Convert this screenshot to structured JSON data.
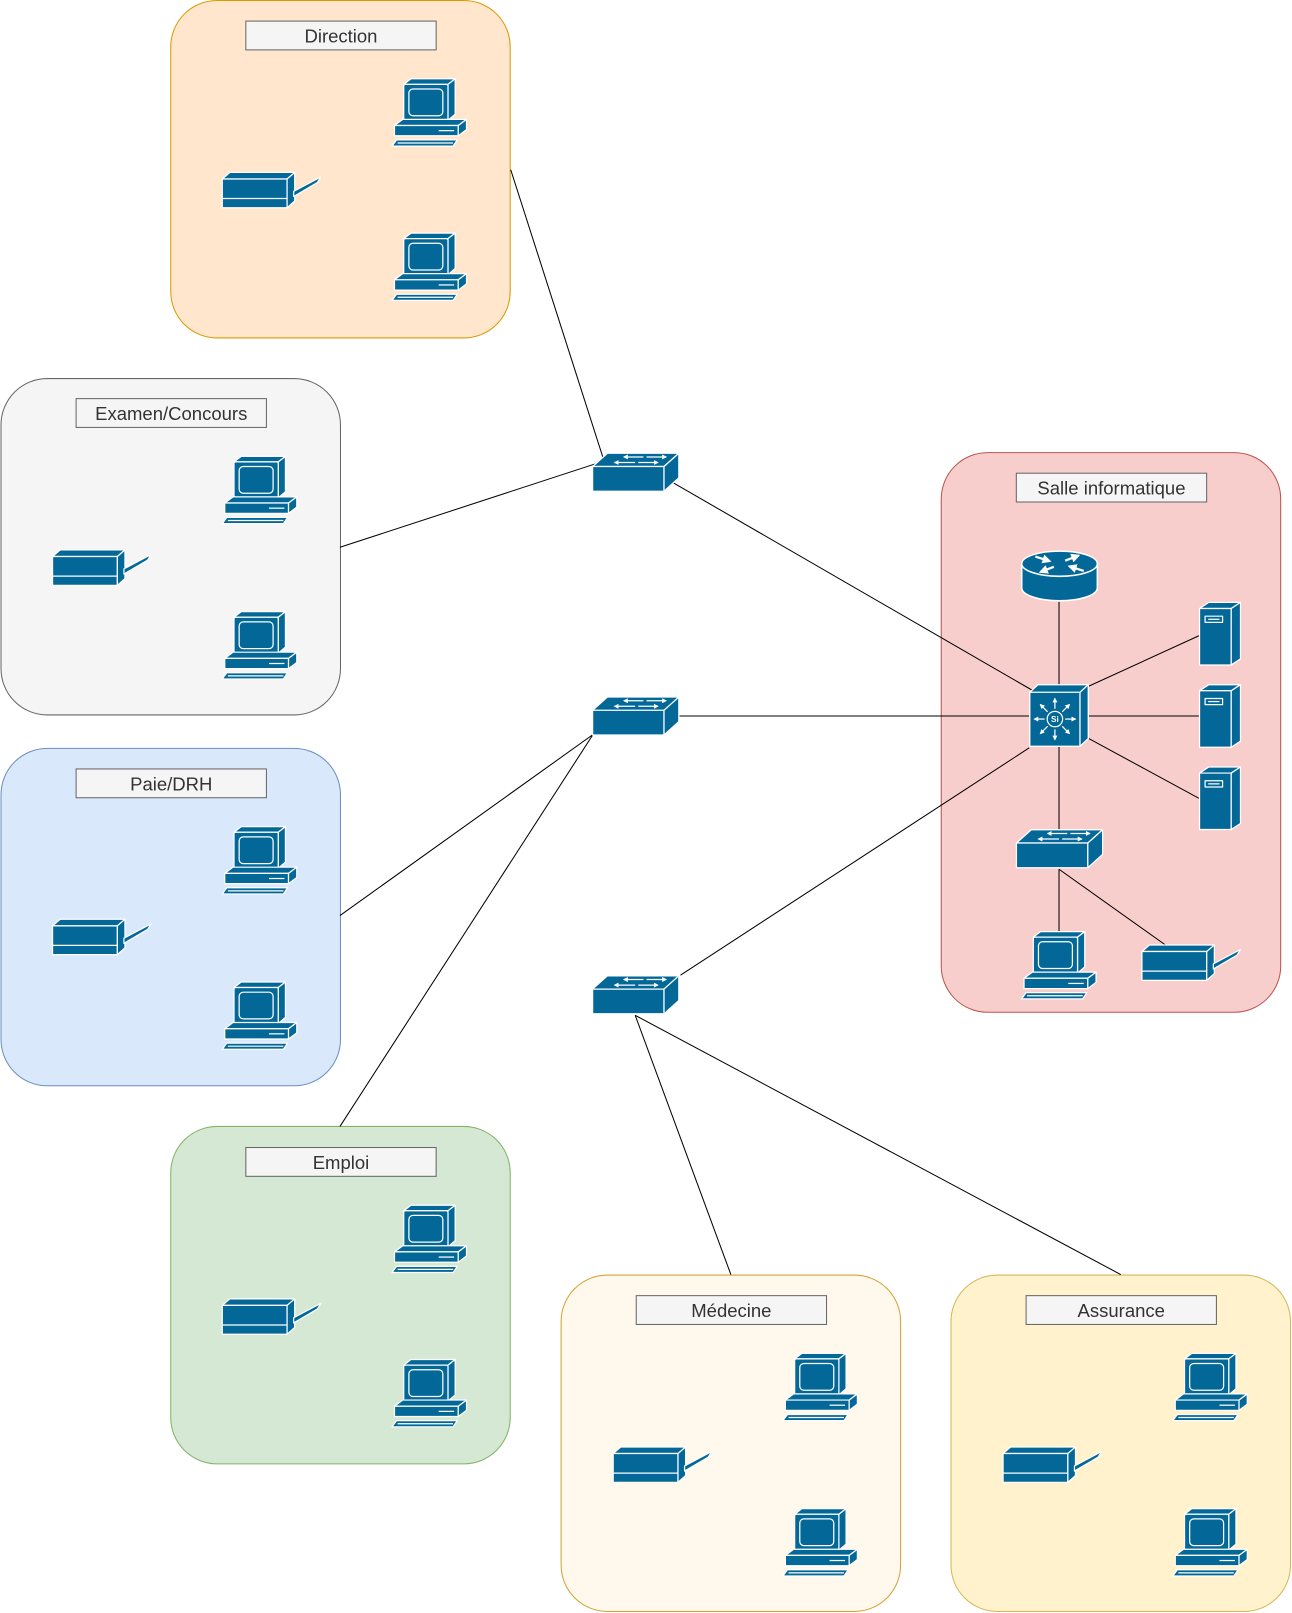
{
  "diagram": {
    "device_color": "#036897",
    "link_color": "#000000",
    "label_box": {
      "fill": "#f5f5f5",
      "stroke": "#666666",
      "text_color": "#333333"
    },
    "zones": [
      {
        "label": "Direction",
        "fill": "#ffe6cc",
        "stroke": "#d79b00",
        "devices": [
          "pc-icon",
          "pc-icon",
          "printer-icon"
        ]
      },
      {
        "label": "Examen/Concours",
        "fill": "#f5f5f5",
        "stroke": "#666666",
        "devices": [
          "pc-icon",
          "pc-icon",
          "printer-icon"
        ]
      },
      {
        "label": "Paie/DRH",
        "fill": "#dae8fc",
        "stroke": "#6c8ebf",
        "devices": [
          "pc-icon",
          "pc-icon",
          "printer-icon"
        ]
      },
      {
        "label": "Emploi",
        "fill": "#d5e8d4",
        "stroke": "#82b366",
        "devices": [
          "pc-icon",
          "pc-icon",
          "printer-icon"
        ]
      },
      {
        "label": "Médecine",
        "fill": "#fef8ed",
        "stroke": "#d6a133",
        "devices": [
          "pc-icon",
          "pc-icon",
          "printer-icon"
        ]
      },
      {
        "label": "Assurance",
        "fill": "#fff2cc",
        "stroke": "#d6b656",
        "devices": [
          "pc-icon",
          "pc-icon",
          "printer-icon"
        ]
      },
      {
        "label": "Salle informatique",
        "fill": "#f8cecc",
        "stroke": "#b85450",
        "core_switch_marking": "Si",
        "devices": [
          "router-icon",
          "layer3-switch-icon",
          "server-icon",
          "server-icon",
          "server-icon",
          "switch-icon",
          "pc-icon",
          "printer-icon"
        ]
      }
    ],
    "backbone_switches": [
      "switch-icon",
      "switch-icon",
      "switch-icon"
    ]
  }
}
